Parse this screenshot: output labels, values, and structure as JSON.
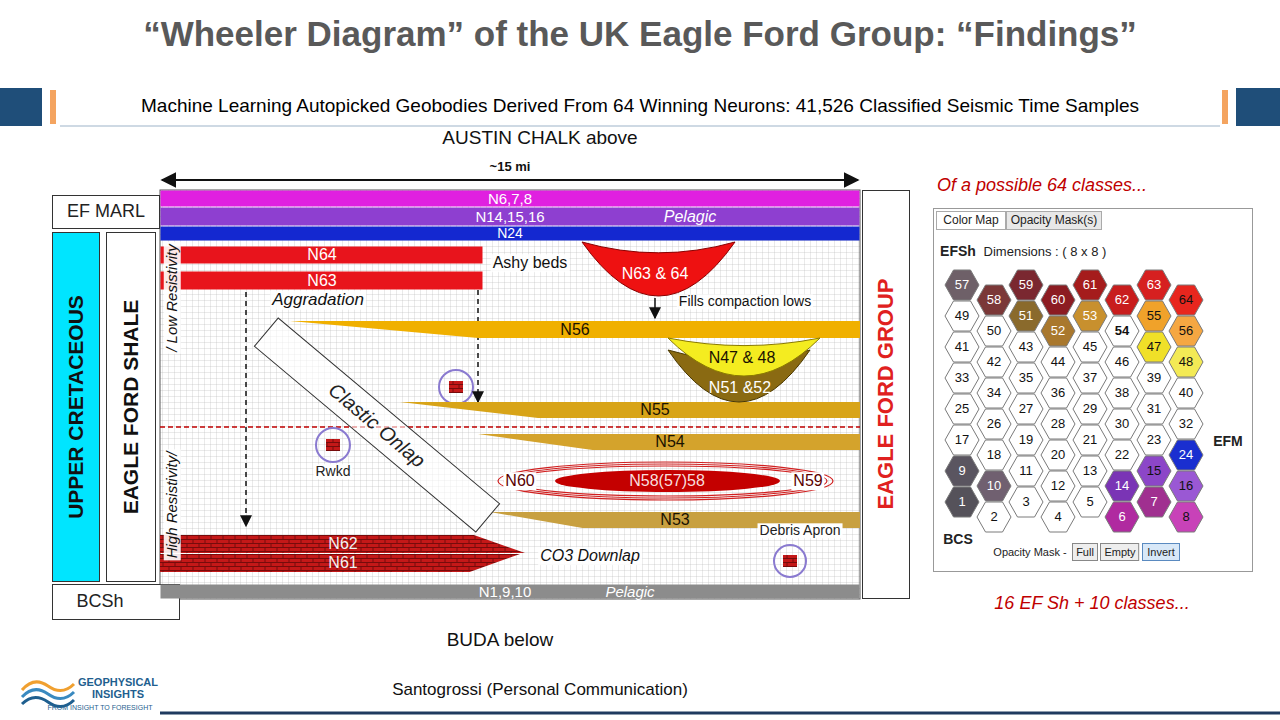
{
  "diagram": {
    "title": "“Wheeler Diagram” of the UK Eagle Ford Group: “Findings”",
    "nodes": [
      {
        "text": [
          "EF MARL"
        ]
      },
      {
        "text": [
          "UPPER CRETACEOUS"
        ]
      },
      {
        "text": [
          "EAGLE FORD SHALE"
        ]
      },
      {
        "text": [
          "BCSh"
        ]
      },
      {
        "text": [
          "N6,7,8"
        ]
      },
      {
        "text": [
          "N14,15,16",
          "Pelagic"
        ]
      },
      {
        "text": [
          "N24"
        ]
      },
      {
        "text": [
          "N64"
        ]
      },
      {
        "text": [
          "N63"
        ]
      },
      {
        "text": [
          "N63 & 64"
        ]
      },
      {
        "text": [
          "N56"
        ]
      },
      {
        "text": [
          "N47 & 48"
        ]
      },
      {
        "text": [
          "N51 &52"
        ]
      },
      {
        "text": [
          "N55"
        ]
      },
      {
        "text": [
          "N54"
        ]
      },
      {
        "text": [
          "N60",
          "N59"
        ]
      },
      {
        "text": [
          "N58(57)58"
        ],
        "in": 15
      },
      {
        "text": [
          "N53"
        ]
      },
      {
        "text": [
          "N62"
        ]
      },
      {
        "text": [
          "N61"
        ]
      },
      {
        "text": [
          "N1,9,10",
          "Pelagic"
        ]
      },
      {
        "text": [
          "Clastic Onlap"
        ]
      },
      {
        "text": [
          "Rwkd"
        ]
      },
      {
        "text": [
          "Debris Apron"
        ]
      },
      {
        "text": [
          "EAGLE FORD GROUP"
        ]
      },
      {
        "text": [
          "EFSh",
          "Dimensions : ( 8 x 8 )",
          "EFM",
          "BCS",
          "Opacity Mask -"
        ]
      },
      {
        "text": [
          "Color Map"
        ],
        "in": 25
      },
      {
        "text": [
          "Opacity Mask(s)"
        ],
        "in": 25
      },
      {
        "text": [
          "57"
        ],
        "in": 25
      },
      {
        "text": [
          "58"
        ],
        "in": 25
      },
      {
        "text": [
          "59"
        ],
        "in": 25
      },
      {
        "text": [
          "60"
        ],
        "in": 25
      },
      {
        "text": [
          "61"
        ],
        "in": 25
      },
      {
        "text": [
          "62"
        ],
        "in": 25
      },
      {
        "text": [
          "63"
        ],
        "in": 25
      },
      {
        "text": [
          "64"
        ],
        "in": 25
      },
      {
        "text": [
          "49"
        ],
        "in": 25
      },
      {
        "text": [
          "50"
        ],
        "in": 25
      },
      {
        "text": [
          "51"
        ],
        "in": 25
      },
      {
        "text": [
          "52"
        ],
        "in": 25
      },
      {
        "text": [
          "53"
        ],
        "in": 25
      },
      {
        "text": [
          "54"
        ],
        "in": 25
      },
      {
        "text": [
          "55"
        ],
        "in": 25
      },
      {
        "text": [
          "56"
        ],
        "in": 25
      },
      {
        "text": [
          "41"
        ],
        "in": 25
      },
      {
        "text": [
          "42"
        ],
        "in": 25
      },
      {
        "text": [
          "43"
        ],
        "in": 25
      },
      {
        "text": [
          "44"
        ],
        "in": 25
      },
      {
        "text": [
          "45"
        ],
        "in": 25
      },
      {
        "text": [
          "46"
        ],
        "in": 25
      },
      {
        "text": [
          "47"
        ],
        "in": 25
      },
      {
        "text": [
          "48"
        ],
        "in": 25
      },
      {
        "text": [
          "33"
        ],
        "in": 25
      },
      {
        "text": [
          "34"
        ],
        "in": 25
      },
      {
        "text": [
          "35"
        ],
        "in": 25
      },
      {
        "text": [
          "36"
        ],
        "in": 25
      },
      {
        "text": [
          "37"
        ],
        "in": 25
      },
      {
        "text": [
          "38"
        ],
        "in": 25
      },
      {
        "text": [
          "39"
        ],
        "in": 25
      },
      {
        "text": [
          "40"
        ],
        "in": 25
      },
      {
        "text": [
          "25"
        ],
        "in": 25
      },
      {
        "text": [
          "26"
        ],
        "in": 25
      },
      {
        "text": [
          "27"
        ],
        "in": 25
      },
      {
        "text": [
          "28"
        ],
        "in": 25
      },
      {
        "text": [
          "29"
        ],
        "in": 25
      },
      {
        "text": [
          "30"
        ],
        "in": 25
      },
      {
        "text": [
          "31"
        ],
        "in": 25
      },
      {
        "text": [
          "32"
        ],
        "in": 25
      },
      {
        "text": [
          "17"
        ],
        "in": 25
      },
      {
        "text": [
          "18"
        ],
        "in": 25
      },
      {
        "text": [
          "19"
        ],
        "in": 25
      },
      {
        "text": [
          "20"
        ],
        "in": 25
      },
      {
        "text": [
          "21"
        ],
        "in": 25
      },
      {
        "text": [
          "22"
        ],
        "in": 25
      },
      {
        "text": [
          "23"
        ],
        "in": 25
      },
      {
        "text": [
          "24"
        ],
        "in": 25
      },
      {
        "text": [
          "9"
        ],
        "in": 25
      },
      {
        "text": [
          "10"
        ],
        "in": 25
      },
      {
        "text": [
          "11"
        ],
        "in": 25
      },
      {
        "text": [
          "12"
        ],
        "in": 25
      },
      {
        "text": [
          "13"
        ],
        "in": 25
      },
      {
        "text": [
          "14"
        ],
        "in": 25
      },
      {
        "text": [
          "15"
        ],
        "in": 25
      },
      {
        "text": [
          "16"
        ],
        "in": 25
      },
      {
        "text": [
          "1"
        ],
        "in": 25
      },
      {
        "text": [
          "2"
        ],
        "in": 25
      },
      {
        "text": [
          "3"
        ],
        "in": 25
      },
      {
        "text": [
          "4"
        ],
        "in": 25
      },
      {
        "text": [
          "5"
        ],
        "in": 25
      },
      {
        "text": [
          "6"
        ],
        "in": 25
      },
      {
        "text": [
          "7"
        ],
        "in": 25
      },
      {
        "text": [
          "8"
        ],
        "in": 25
      },
      {
        "text": [
          "Full"
        ],
        "in": 25
      },
      {
        "text": [
          "Empty"
        ],
        "in": 25
      },
      {
        "text": [
          "Invert"
        ],
        "in": 25
      }
    ],
    "edges": [
      {
        "from": 8,
        "to": 13,
        "arrow": "to"
      }
    ],
    "labels": [
      "Machine Learning Autopicked Geobodies Derived From 64 Winning Neurons:  41,526 Classified Seismic Time Samples",
      "AUSTIN CHALK above",
      "~15 mi",
      "/ Low Resistivity",
      "High Resistivity/",
      "Ashy beds",
      "Aggradation",
      "Fills compaction lows",
      "CO3 Downlap",
      "BUDA below",
      "Santogrossi (Personal Communication)",
      "Of a possible 64 classes...",
      "16 EF Sh + 10 classes...",
      "GEOPHYSICAL INSIGHTS",
      "FROM INSIGHT TO FORESIGHT"
    ]
  }
}
